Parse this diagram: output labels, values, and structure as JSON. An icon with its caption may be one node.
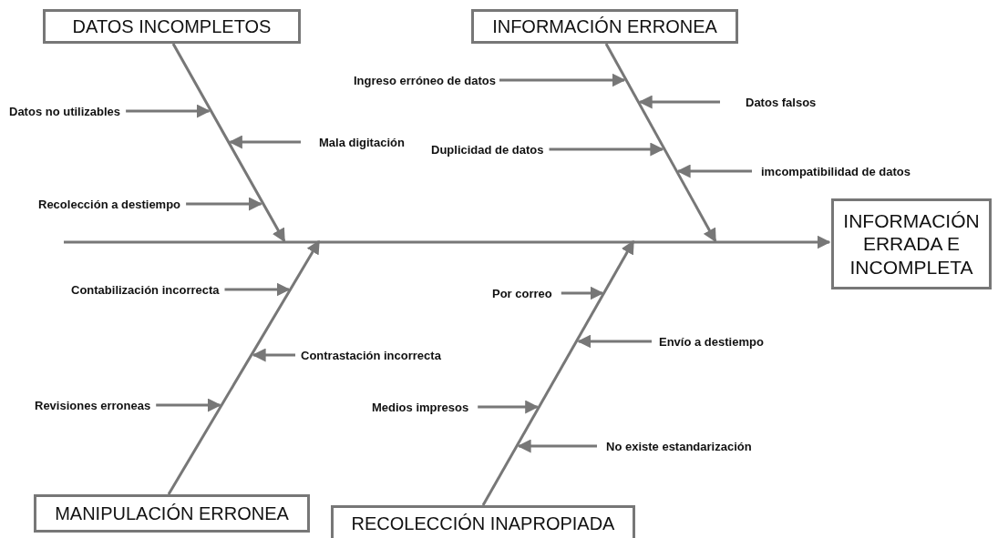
{
  "diagram": {
    "nodes": [
      {
        "text": [
          "DATOS INCOMPLETOS"
        ]
      },
      {
        "text": [
          "INFORMACIÓN ERRONEA"
        ]
      },
      {
        "text": [
          "Ingreso erróneo de datos"
        ]
      },
      {
        "text": [
          "Datos falsos"
        ]
      },
      {
        "text": [
          "Datos no utilizables"
        ]
      },
      {
        "text": [
          "Mala digitación"
        ]
      },
      {
        "text": [
          "Duplicidad de datos"
        ]
      },
      {
        "text": [
          "imcompatibilidad de datos"
        ]
      },
      {
        "text": [
          "Recolección a destiempo"
        ]
      },
      {
        "text": [
          "INFORMACIÓN ERRADA E INCOMPLETA"
        ]
      },
      {
        "text": [
          "Contabilización incorrecta"
        ]
      },
      {
        "text": [
          "Por correo"
        ]
      },
      {
        "text": [
          "Envío a destiempo"
        ]
      },
      {
        "text": [
          "Contrastación incorrecta"
        ]
      },
      {
        "text": [
          "Revisiones erroneas"
        ]
      },
      {
        "text": [
          "Medios impresos"
        ]
      },
      {
        "text": [
          "No existe estandarización"
        ]
      },
      {
        "text": [
          "MANIPULACIÓN ERRONEA"
        ]
      },
      {
        "text": [
          "RECOLECCIÓN INAPROPIADA"
        ]
      }
    ],
    "edges": [
      {
        "from": null,
        "to": 9,
        "arrow": "to"
      },
      {
        "from": 0,
        "to": 9,
        "arrow": "to"
      },
      {
        "from": 1,
        "to": 9,
        "arrow": "to"
      },
      {
        "from": 17,
        "to": 9,
        "arrow": "to"
      },
      {
        "from": 18,
        "to": 9,
        "arrow": "to"
      },
      {
        "from": 2,
        "to": null,
        "arrow": "to"
      },
      {
        "from": 3,
        "to": null,
        "arrow": "to"
      },
      {
        "from": 4,
        "to": null,
        "arrow": "to"
      },
      {
        "from": 5,
        "to": null,
        "arrow": "to"
      },
      {
        "from": 6,
        "to": null,
        "arrow": "to"
      },
      {
        "from": 7,
        "to": null,
        "arrow": "to"
      },
      {
        "from": 8,
        "to": null,
        "arrow": "to"
      },
      {
        "from": 10,
        "to": null,
        "arrow": "to"
      },
      {
        "from": 11,
        "to": null,
        "arrow": "to"
      },
      {
        "from": 12,
        "to": null,
        "arrow": "to"
      },
      {
        "from": 13,
        "to": null,
        "arrow": "to"
      },
      {
        "from": 14,
        "to": null,
        "arrow": "to"
      },
      {
        "from": 15,
        "to": null,
        "arrow": "to"
      },
      {
        "from": 16,
        "to": null,
        "arrow": "to"
      }
    ]
  }
}
